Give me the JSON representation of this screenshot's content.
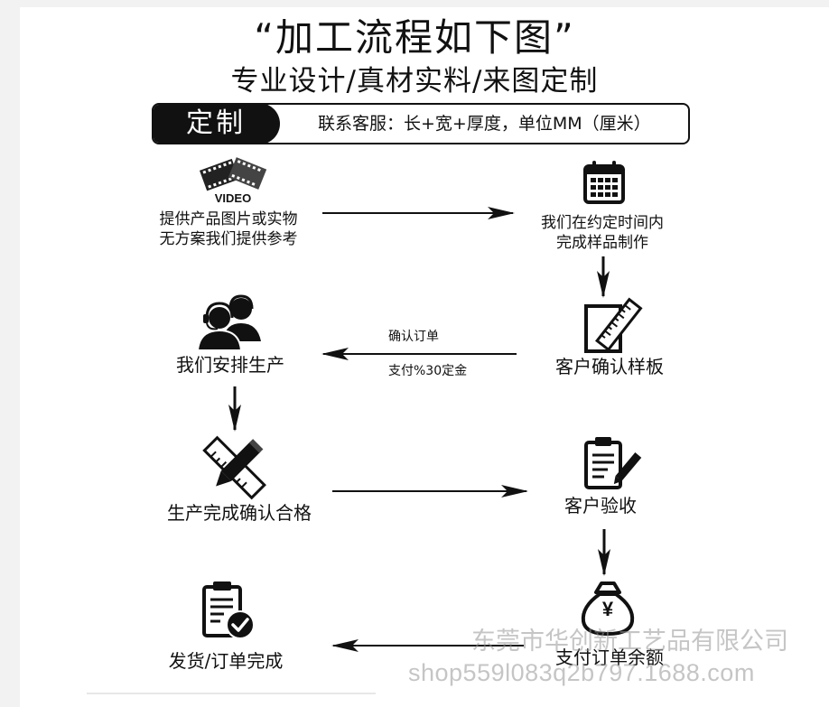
{
  "header": {
    "title": "“加工流程如下图”",
    "subtitle": "专业设计/真材实料/来图定制"
  },
  "banner": {
    "tag": "定制",
    "text": "联系客服：长+宽+厚度，单位MM（厘米）"
  },
  "steps": [
    {
      "id": "provide",
      "icon": "video-film-icon",
      "icon_text": "VIDEO",
      "lines": [
        "提供产品图片或实物",
        "无方案我们提供参考"
      ]
    },
    {
      "id": "sample",
      "icon": "calendar-icon",
      "lines": [
        "我们在约定时间内",
        "完成样品制作"
      ]
    },
    {
      "id": "confirm-sample",
      "icon": "ruler-notebook-icon",
      "lines": [
        "客户确认样板"
      ]
    },
    {
      "id": "arrange",
      "icon": "headset-people-icon",
      "lines": [
        "我们安排生产"
      ]
    },
    {
      "id": "produce",
      "icon": "pencil-ruler-icon",
      "lines": [
        "生产完成确认合格"
      ]
    },
    {
      "id": "inspect",
      "icon": "clipboard-pen-icon",
      "lines": [
        "客户验收"
      ]
    },
    {
      "id": "balance",
      "icon": "money-bag-icon",
      "icon_text": "¥",
      "lines": [
        "支付订单余额"
      ]
    },
    {
      "id": "ship",
      "icon": "checklist-icon",
      "lines": [
        "发货/订单完成"
      ]
    }
  ],
  "arrow_labels": {
    "confirm_order": "确认订单",
    "deposit": "支付%30定金"
  },
  "watermark": {
    "company": "东莞市华创新工艺品有限公司",
    "url": "shop559l083q2b797.1688.com"
  },
  "colors": {
    "ink": "#111111",
    "watermark": "#9a9a9a"
  }
}
